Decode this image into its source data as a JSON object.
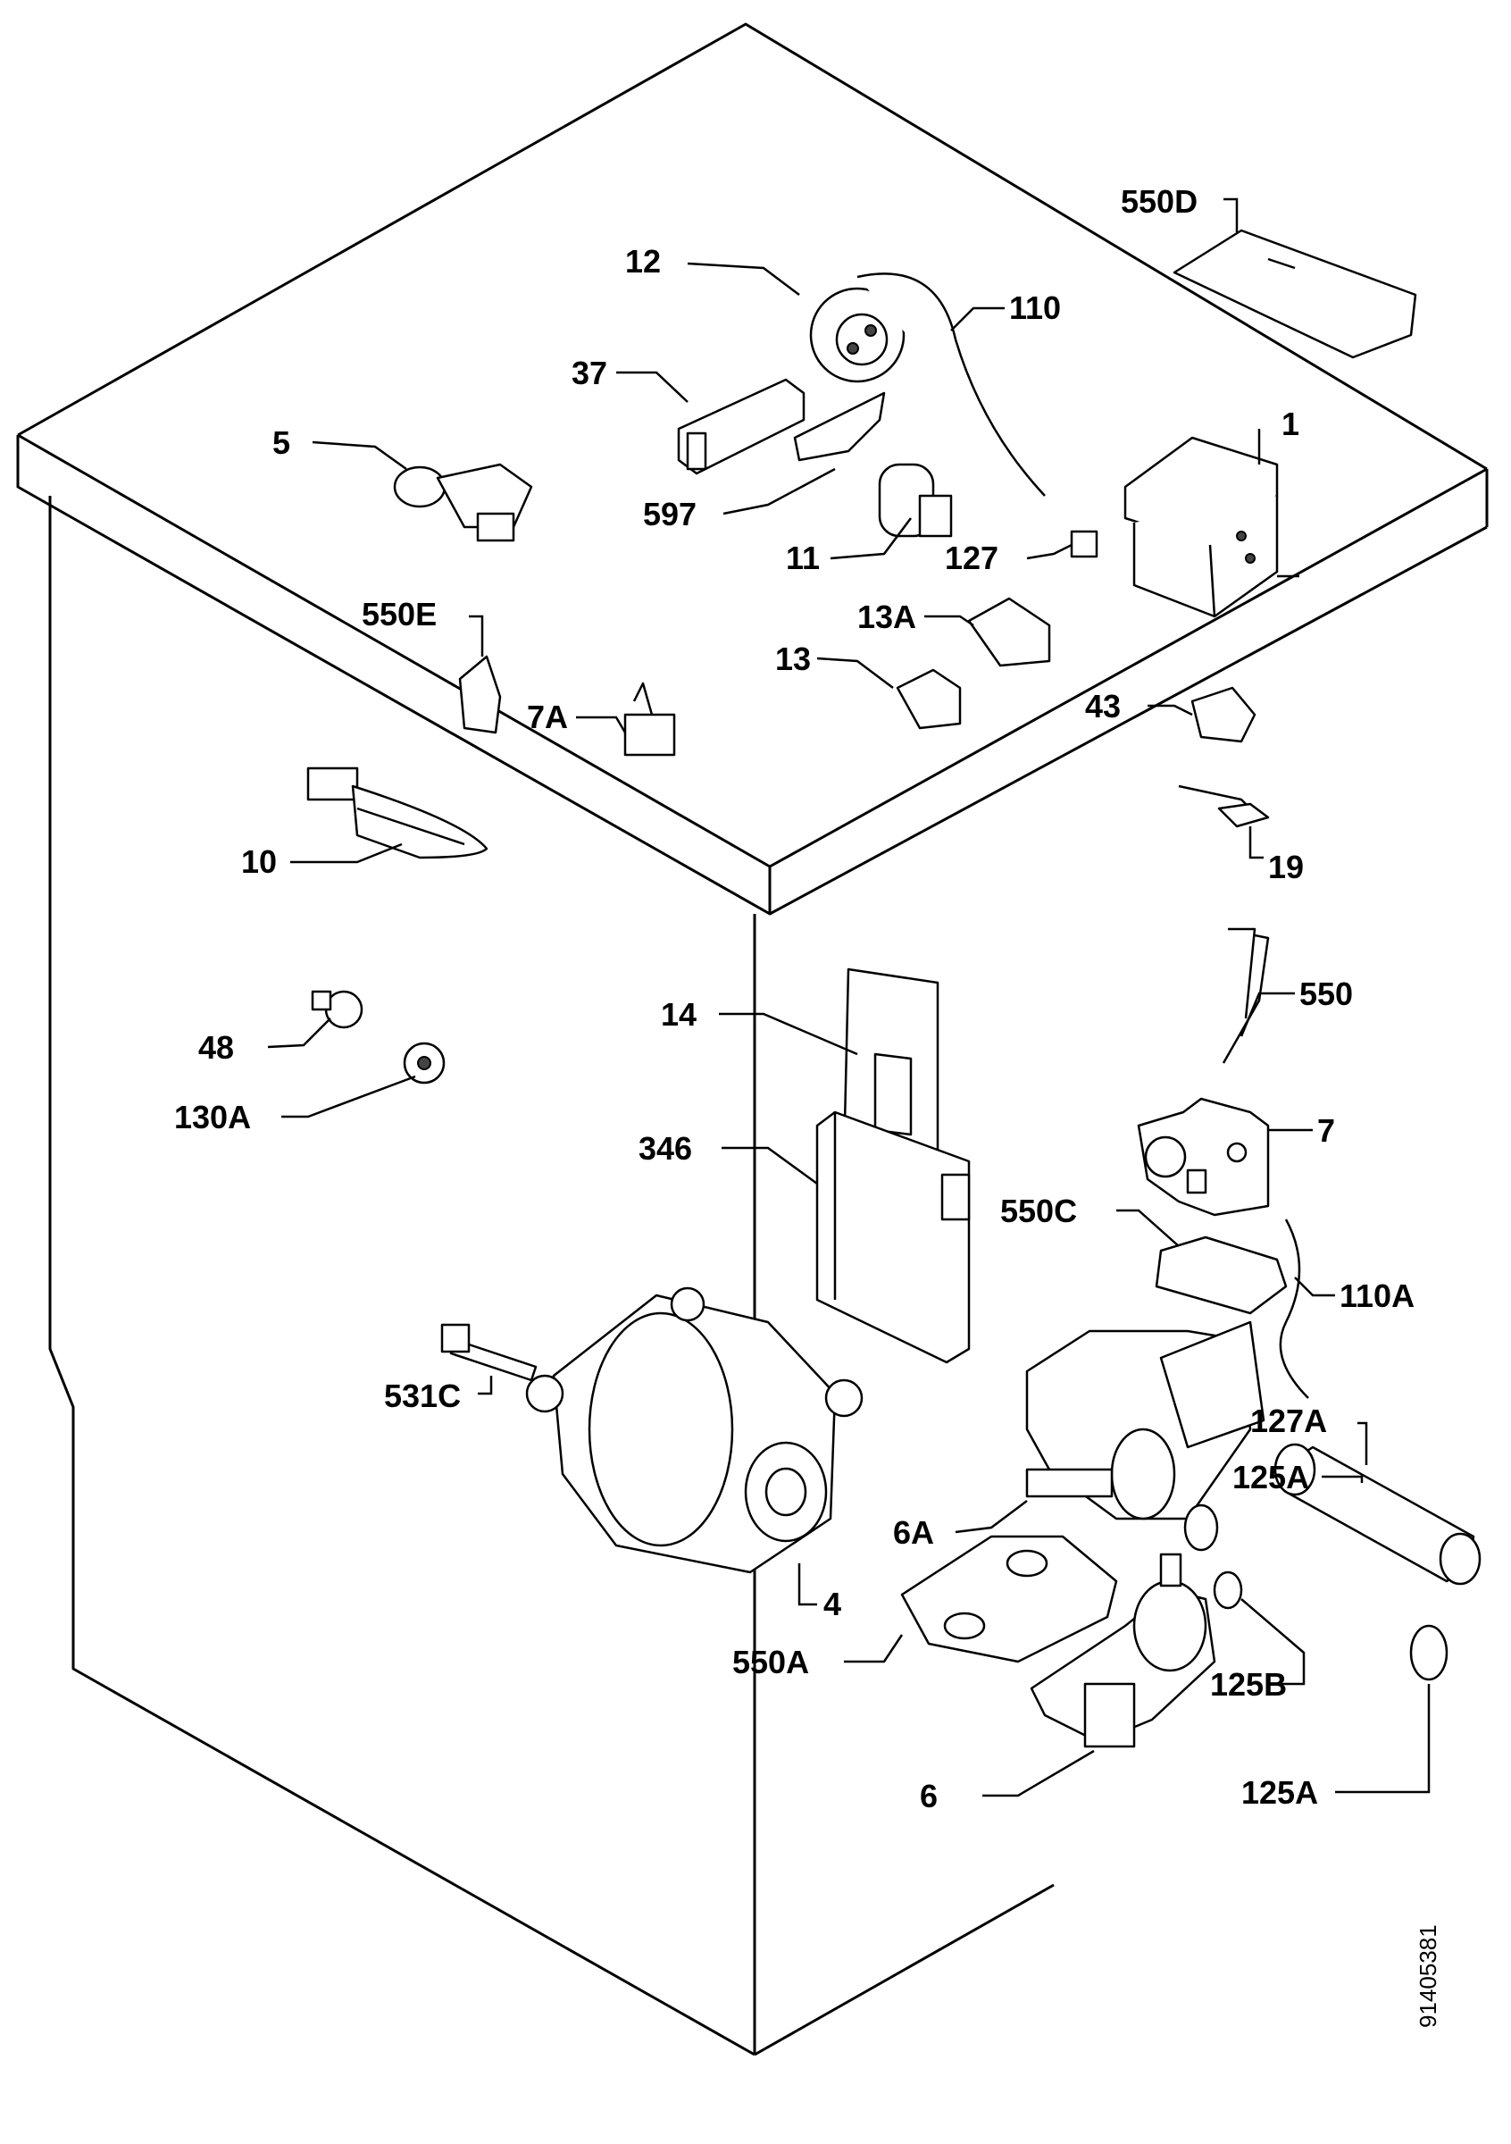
{
  "labels": {
    "l1": "1",
    "l4": "4",
    "l5": "5",
    "l6": "6",
    "l6a": "6A",
    "l7": "7",
    "l7a": "7A",
    "l10": "10",
    "l11": "11",
    "l12": "12",
    "l13": "13",
    "l13a": "13A",
    "l14": "14",
    "l19": "19",
    "l37": "37",
    "l43": "43",
    "l48": "48",
    "l110": "110",
    "l110a": "110A",
    "l125a_top": "125A",
    "l125a_bottom": "125A",
    "l125b": "125B",
    "l127": "127",
    "l127a": "127A",
    "l130a": "130A",
    "l346": "346",
    "l531c": "531C",
    "l550": "550",
    "l550a": "550A",
    "l550c": "550C",
    "l550d": "550D",
    "l550e": "550E",
    "l597": "597"
  },
  "document_number": "91405381",
  "colors": {
    "line": "#000000",
    "background": "#ffffff",
    "shade": "#444444"
  }
}
